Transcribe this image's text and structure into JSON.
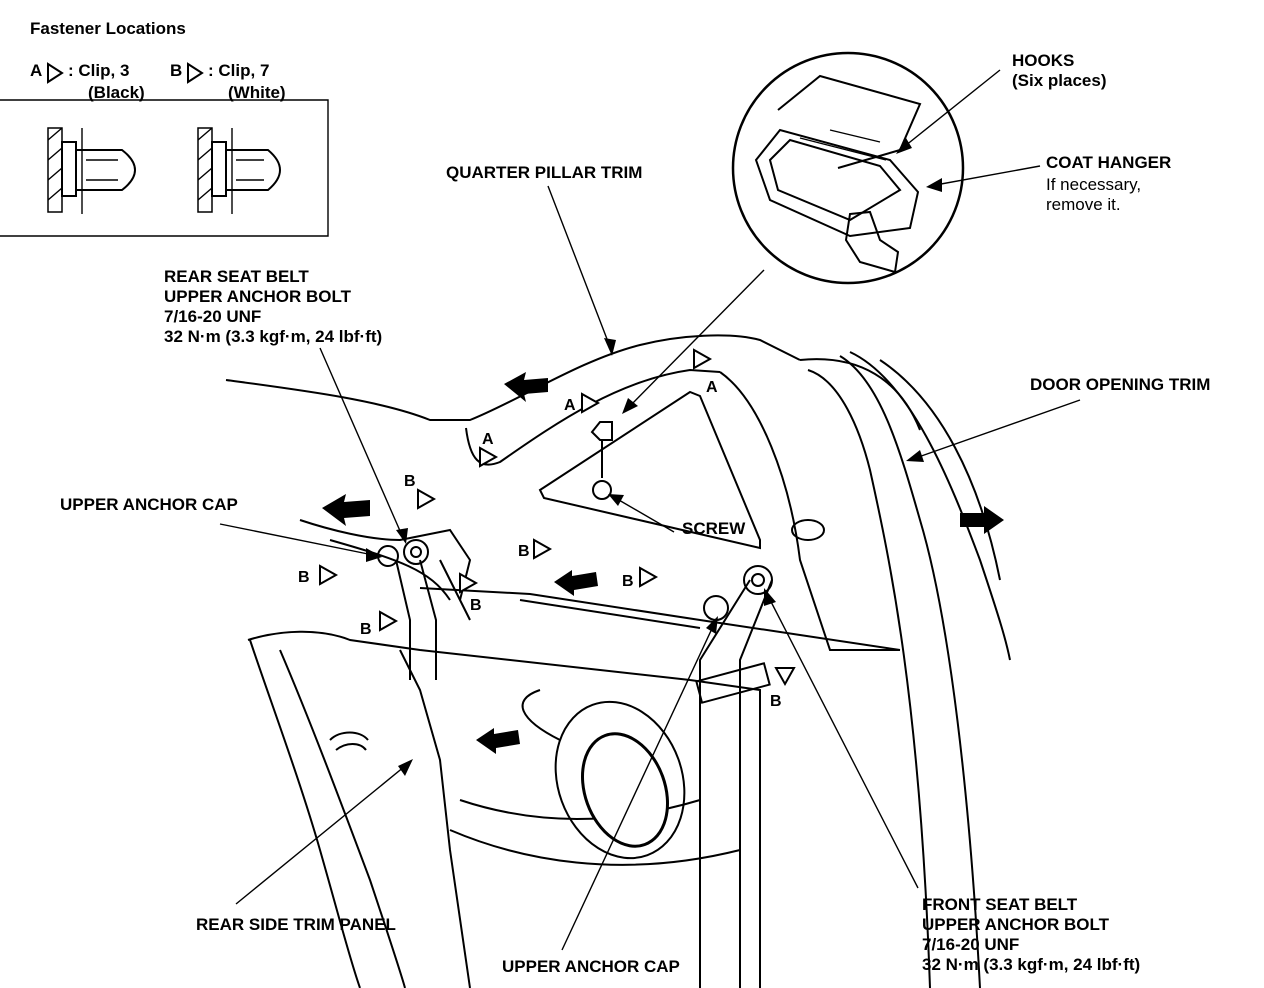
{
  "legend": {
    "title": "Fastener Locations",
    "a_letter": "A",
    "a_line1": ": Clip, 3",
    "a_line2": "(Black)",
    "b_letter": "B",
    "b_line1": ": Clip, 7",
    "b_line2": "(White)"
  },
  "labels": {
    "rear_belt_line1": "REAR SEAT BELT",
    "rear_belt_line2": "UPPER ANCHOR BOLT",
    "rear_belt_line3": "7/16-20 UNF",
    "rear_belt_line4": "32 N·m (3.3 kgf·m, 24 lbf·ft)",
    "quarter_pillar_trim": "QUARTER PILLAR TRIM",
    "hooks_line1": "HOOKS",
    "hooks_line2": "(Six places)",
    "coat_hanger_line1": "COAT HANGER",
    "coat_hanger_line2": "If necessary,",
    "coat_hanger_line3": "remove it.",
    "door_opening_trim": "DOOR OPENING TRIM",
    "upper_anchor_cap_left": "UPPER ANCHOR CAP",
    "screw": "SCREW",
    "rear_side_trim_panel": "REAR SIDE TRIM PANEL",
    "upper_anchor_cap_bottom": "UPPER ANCHOR CAP",
    "front_belt_line1": "FRONT SEAT BELT",
    "front_belt_line2": "UPPER ANCHOR BOLT",
    "front_belt_line3": "7/16-20 UNF",
    "front_belt_line4": "32 N·m (3.3 kgf·m, 24 lbf·ft)"
  },
  "clip_markers": [
    {
      "letter": "A"
    },
    {
      "letter": "A"
    },
    {
      "letter": "A"
    },
    {
      "letter": "B"
    },
    {
      "letter": "B"
    },
    {
      "letter": "B"
    },
    {
      "letter": "B"
    },
    {
      "letter": "B"
    },
    {
      "letter": "B"
    },
    {
      "letter": "B"
    }
  ]
}
